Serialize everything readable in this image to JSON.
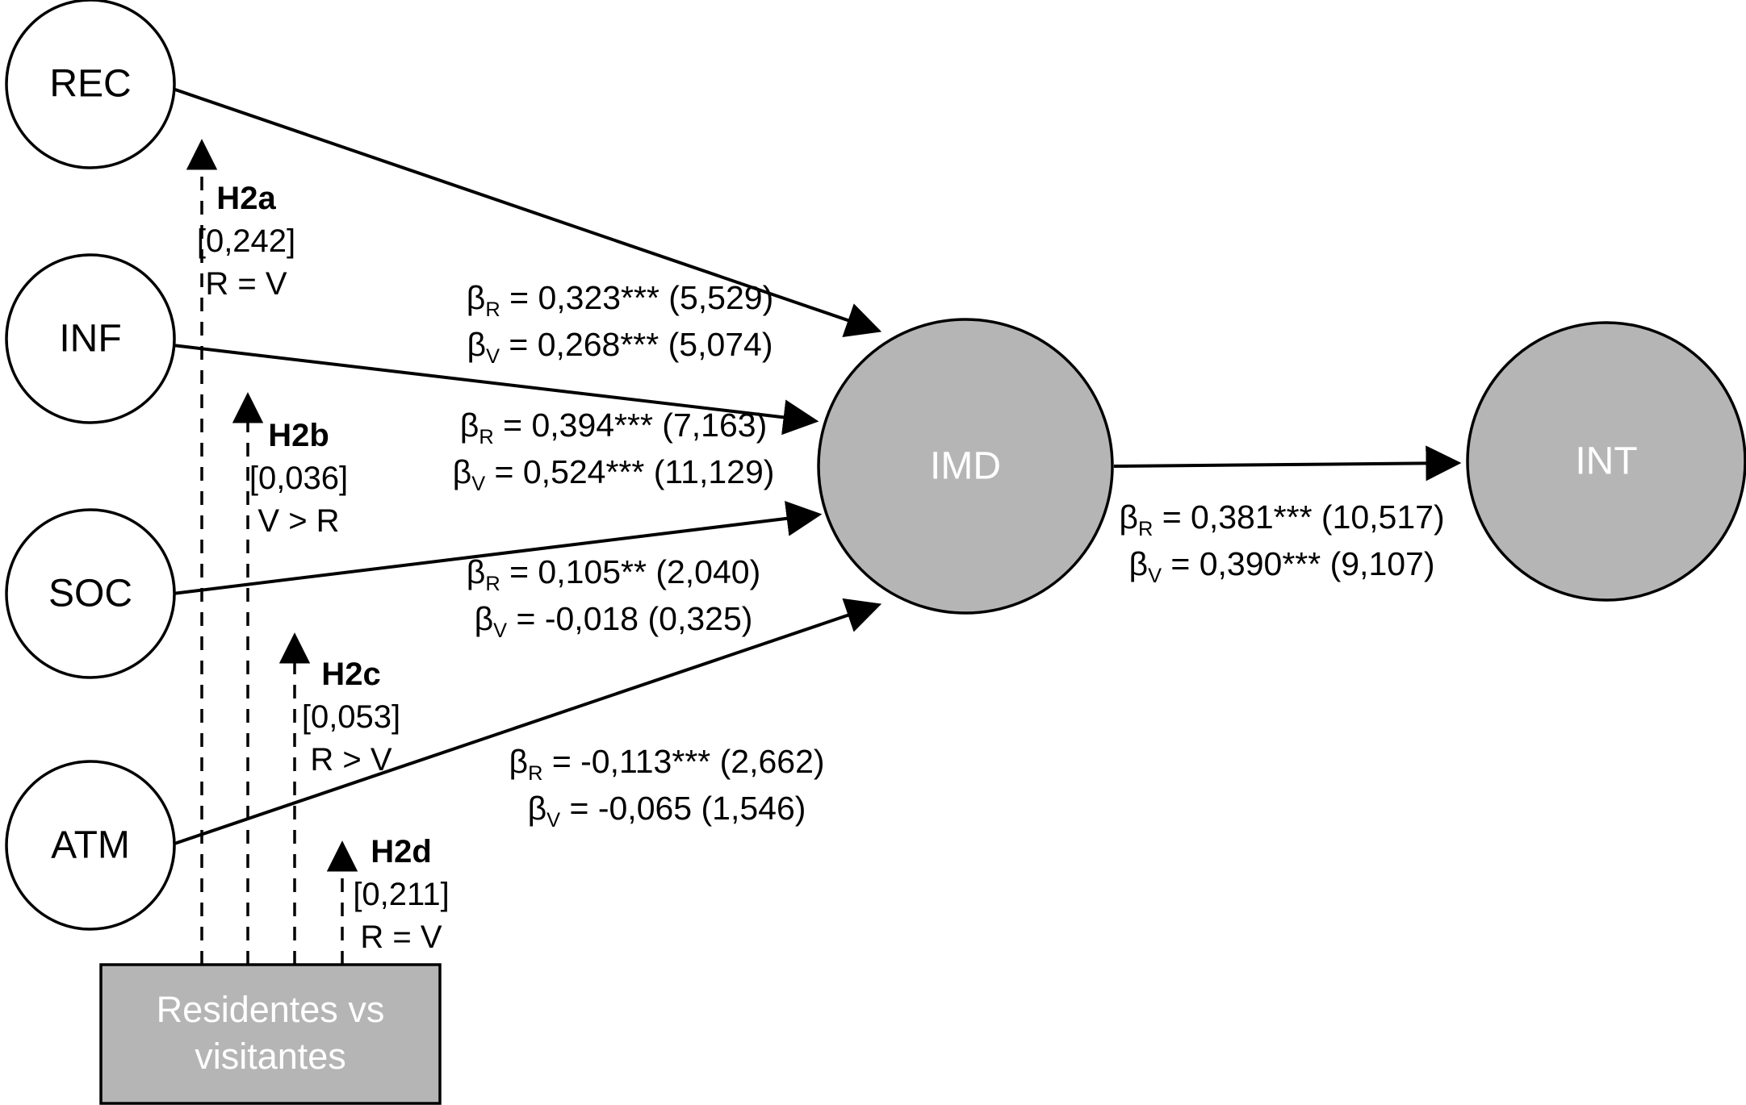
{
  "nodes": {
    "rec": {
      "label": "REC"
    },
    "inf": {
      "label": "INF"
    },
    "soc": {
      "label": "SOC"
    },
    "atm": {
      "label": "ATM"
    },
    "imd": {
      "label": "IMD"
    },
    "int": {
      "label": "INT"
    },
    "moderator": {
      "line1": "Residentes vs",
      "line2": "visitantes"
    }
  },
  "paths": {
    "rec_imd": {
      "r": {
        "symbol": "β",
        "sub": "R",
        "rest": " = 0,323*** (5,529)"
      },
      "v": {
        "symbol": "β",
        "sub": "V",
        "rest": " = 0,268*** (5,074)"
      }
    },
    "inf_imd": {
      "r": {
        "symbol": "β",
        "sub": "R",
        "rest": " = 0,394*** (7,163)"
      },
      "v": {
        "symbol": "β",
        "sub": "V",
        "rest": " = 0,524*** (11,129)"
      }
    },
    "soc_imd": {
      "r": {
        "symbol": "β",
        "sub": "R",
        "rest": " = 0,105** (2,040)"
      },
      "v": {
        "symbol": "β",
        "sub": "V",
        "rest": " = -0,018 (0,325)"
      }
    },
    "atm_imd": {
      "r": {
        "symbol": "β",
        "sub": "R",
        "rest": " = -0,113*** (2,662)"
      },
      "v": {
        "symbol": "β",
        "sub": "V",
        "rest": " = -0,065 (1,546)"
      }
    },
    "imd_int": {
      "r": {
        "symbol": "β",
        "sub": "R",
        "rest": " = 0,381*** (10,517)"
      },
      "v": {
        "symbol": "β",
        "sub": "V",
        "rest": " = 0,390*** (9,107)"
      }
    }
  },
  "hypotheses": {
    "h2a": {
      "name": "H2a",
      "effect": "[0,242]",
      "comparison": "R = V"
    },
    "h2b": {
      "name": "H2b",
      "effect": "[0,036]",
      "comparison": "V > R"
    },
    "h2c": {
      "name": "H2c",
      "effect": "[0,053]",
      "comparison": "R > V"
    },
    "h2d": {
      "name": "H2d",
      "effect": "[0,211]",
      "comparison": "R = V"
    }
  },
  "colors": {
    "latent_fill": "#b5b5b5",
    "exogenous_fill": "#ffffff",
    "stroke": "#000000"
  }
}
